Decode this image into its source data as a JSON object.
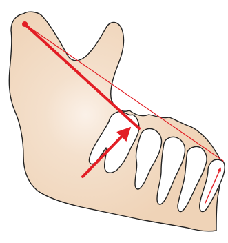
{
  "colors": {
    "background": "#ffffff",
    "bone_fill": "#efd3b7",
    "bone_highlight": "#fbf1e8",
    "outline": "#222222",
    "tooth_fill": "#ffffff",
    "vector_red": "#e21e25"
  },
  "illustration": {
    "subject": "mandible-with-teeth",
    "teeth_count": 5,
    "arrows": [
      "molar-force-arrow",
      "incisor-force-arrow"
    ],
    "lines": [
      "thick-condyle-to-molar-line",
      "thin-condyle-to-incisor-line"
    ]
  }
}
